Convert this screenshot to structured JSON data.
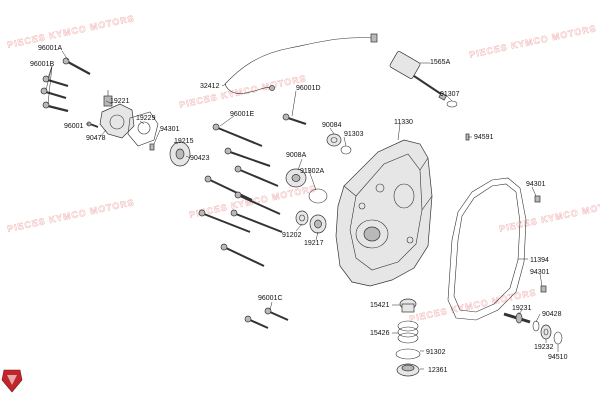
{
  "diagram": {
    "labels": {
      "p96001A": "96001A",
      "p96001B": "96001B",
      "p96001": "96001",
      "p19221": "19221",
      "p90478": "90478",
      "p19229": "19229",
      "p94301a": "94301",
      "p19215": "19215",
      "p90423": "90423",
      "p32412": "32412",
      "p96001D": "96001D",
      "p96001E": "96001E",
      "p90084": "90084",
      "p91303": "91303",
      "p1565A": "1565A",
      "p91307": "91307",
      "p11330": "11330",
      "p94591": "94591",
      "p9008A": "9008A",
      "p91302A": "91302A",
      "p91202": "91202",
      "p19217": "19217",
      "p94301b": "94301",
      "p11394": "11394",
      "p94301c": "94301",
      "p96001C": "96001C",
      "p15421": "15421",
      "p19231": "19231",
      "p90428": "90428",
      "p15426": "15426",
      "p19232": "19232",
      "p91302": "91302",
      "p94510": "94510",
      "p12361": "12361"
    },
    "watermark": "PIECES KYMCO MOTORS",
    "colors": {
      "ink": "#222222",
      "part_fill": "#e6e6e6",
      "watermark": "#f2b6b6",
      "logo": "#c0262c"
    }
  }
}
